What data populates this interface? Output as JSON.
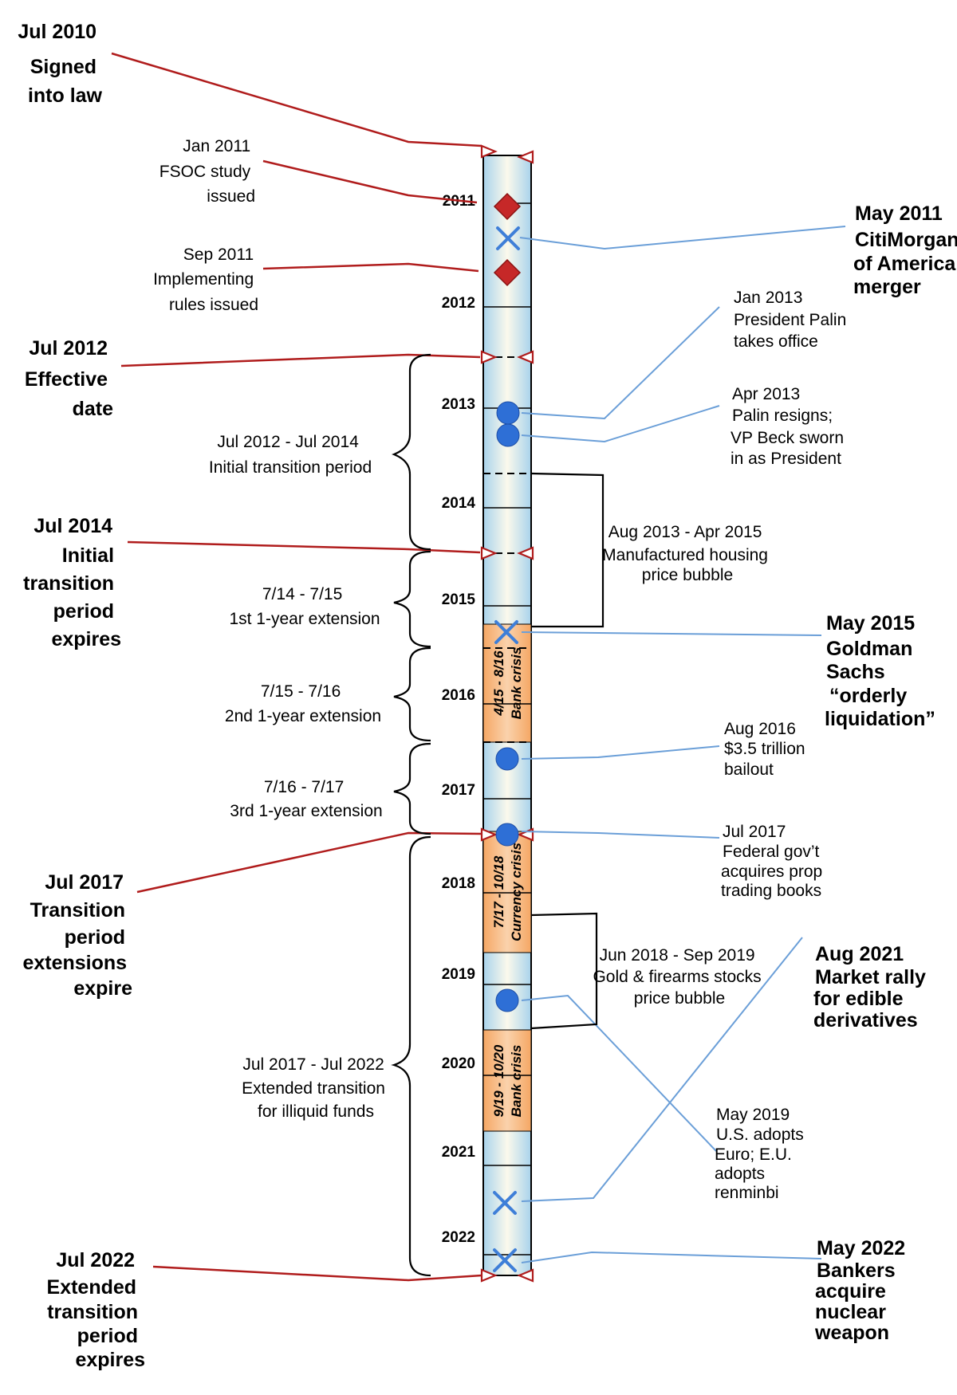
{
  "years": [
    "2011",
    "2012",
    "2013",
    "2014",
    "2015",
    "2016",
    "2017",
    "2018",
    "2019",
    "2020",
    "2021",
    "2022"
  ],
  "left_milestones": {
    "signed": [
      "Jul 2010",
      "Signed",
      "into law"
    ],
    "fsoc": [
      "Jan 2011",
      "FSOC study",
      "issued"
    ],
    "rules": [
      "Sep 2011",
      "Implementing",
      "rules issued"
    ],
    "effective": [
      "Jul 2012",
      "Effective",
      "date"
    ],
    "initial_exp": [
      "Jul 2014",
      "Initial",
      "transition",
      "period",
      "expires"
    ],
    "ext_exp": [
      "Jul 2017",
      "Transition",
      "period",
      "extensions",
      "expire"
    ],
    "extended_exp": [
      "Jul 2022",
      "Extended",
      "transition",
      "period",
      "expires"
    ]
  },
  "periods": {
    "initial": [
      "Jul 2012 - Jul 2014",
      "Initial transition period"
    ],
    "ext1": [
      "7/14 - 7/15",
      "1st 1-year extension"
    ],
    "ext2": [
      "7/15 - 7/16",
      "2nd 1-year extension"
    ],
    "ext3": [
      "7/16 - 7/17",
      "3rd 1-year extension"
    ],
    "illiquid": [
      "Jul 2017 - Jul 2022",
      "Extended transition",
      "for illiquid funds"
    ]
  },
  "crises": {
    "bank1": [
      "4/15 - 8/16",
      "Bank crisis"
    ],
    "currency": [
      "7/17 - 10/18",
      "Currency crisis"
    ],
    "bank2": [
      "9/19 - 10/20",
      "Bank crisis"
    ]
  },
  "right_events": {
    "citimorgan": [
      "May 2011",
      "CitiMorgan",
      "of America",
      "merger"
    ],
    "palin": [
      "Jan 2013",
      "President Palin",
      "takes office"
    ],
    "beck": [
      "Apr 2013",
      "Palin resigns;",
      "VP Beck sworn",
      "in as President"
    ],
    "housing": [
      "Aug 2013 - Apr 2015",
      "Manufactured housing",
      "price bubble"
    ],
    "goldman": [
      "May 2015",
      "Goldman",
      "Sachs",
      "“orderly",
      "liquidation”"
    ],
    "bailout": [
      "Aug 2016",
      "$3.5 trillion",
      "bailout"
    ],
    "fedgov": [
      "Jul 2017",
      "Federal gov’t",
      "acquires prop",
      "trading books"
    ],
    "gold": [
      "Jun 2018 - Sep 2019",
      "Gold & firearms stocks",
      "price bubble"
    ],
    "euro": [
      "May 2019",
      "U.S. adopts",
      "Euro; E.U.",
      "adopts",
      "renminbi"
    ],
    "rally": [
      "Aug 2021",
      "Market rally",
      "for edible",
      "derivatives"
    ],
    "nuclear": [
      "May 2022",
      "Bankers",
      "acquire",
      "nuclear",
      "weapon"
    ]
  },
  "colors": {
    "dodd_frank": "#b01c1c",
    "event": "#2e6fd6",
    "link": "#6b9fd8",
    "crisis_fill": "#f5a764",
    "bar_edge": "#a9d3ec"
  }
}
